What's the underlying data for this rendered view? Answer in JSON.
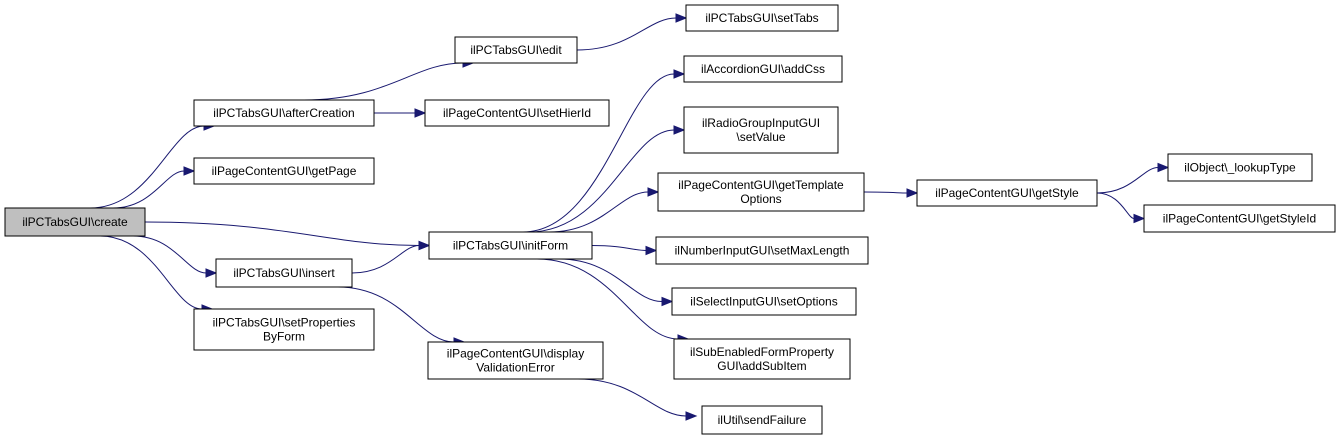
{
  "graph": {
    "nodes": [
      {
        "id": "create",
        "lines": [
          "ilPCTabsGUI\\create"
        ],
        "root": true
      },
      {
        "id": "afterCreation",
        "lines": [
          "ilPCTabsGUI\\afterCreation"
        ]
      },
      {
        "id": "getPage",
        "lines": [
          "ilPageContentGUI\\getPage"
        ]
      },
      {
        "id": "insert",
        "lines": [
          "ilPCTabsGUI\\insert"
        ]
      },
      {
        "id": "setPropertiesByForm",
        "lines": [
          "ilPCTabsGUI\\setProperties",
          "ByForm"
        ]
      },
      {
        "id": "edit",
        "lines": [
          "ilPCTabsGUI\\edit"
        ]
      },
      {
        "id": "setHierId",
        "lines": [
          "ilPageContentGUI\\setHierId"
        ]
      },
      {
        "id": "initForm",
        "lines": [
          "ilPCTabsGUI\\initForm"
        ]
      },
      {
        "id": "displayValidationError",
        "lines": [
          "ilPageContentGUI\\display",
          "ValidationError"
        ]
      },
      {
        "id": "setTabs",
        "lines": [
          "ilPCTabsGUI\\setTabs"
        ]
      },
      {
        "id": "addCss",
        "lines": [
          "ilAccordionGUI\\addCss"
        ]
      },
      {
        "id": "setValue",
        "lines": [
          "ilRadioGroupInputGUI",
          "\\setValue"
        ]
      },
      {
        "id": "getTemplateOptions",
        "lines": [
          "ilPageContentGUI\\getTemplate",
          "Options"
        ]
      },
      {
        "id": "setMaxLength",
        "lines": [
          "ilNumberInputGUI\\setMaxLength"
        ]
      },
      {
        "id": "setOptions",
        "lines": [
          "ilSelectInputGUI\\setOptions"
        ]
      },
      {
        "id": "addSubItem",
        "lines": [
          "ilSubEnabledFormProperty",
          "GUI\\addSubItem"
        ]
      },
      {
        "id": "sendFailure",
        "lines": [
          "ilUtil\\sendFailure"
        ]
      },
      {
        "id": "getStyle",
        "lines": [
          "ilPageContentGUI\\getStyle"
        ]
      },
      {
        "id": "lookupType",
        "lines": [
          "ilObject\\_lookupType"
        ]
      },
      {
        "id": "getStyleId",
        "lines": [
          "ilPageContentGUI\\getStyleId"
        ]
      }
    ],
    "edges": [
      [
        "create",
        "afterCreation"
      ],
      [
        "create",
        "getPage"
      ],
      [
        "create",
        "initForm"
      ],
      [
        "create",
        "insert"
      ],
      [
        "create",
        "setPropertiesByForm"
      ],
      [
        "afterCreation",
        "edit"
      ],
      [
        "afterCreation",
        "setHierId"
      ],
      [
        "edit",
        "setTabs"
      ],
      [
        "insert",
        "initForm"
      ],
      [
        "insert",
        "displayValidationError"
      ],
      [
        "displayValidationError",
        "sendFailure"
      ],
      [
        "initForm",
        "addCss"
      ],
      [
        "initForm",
        "setValue"
      ],
      [
        "initForm",
        "getTemplateOptions"
      ],
      [
        "initForm",
        "setMaxLength"
      ],
      [
        "initForm",
        "setOptions"
      ],
      [
        "initForm",
        "addSubItem"
      ],
      [
        "getTemplateOptions",
        "getStyle"
      ],
      [
        "getStyle",
        "lookupType"
      ],
      [
        "getStyle",
        "getStyleId"
      ]
    ]
  },
  "colors": {
    "edge": "#191970",
    "root_fill": "#bfbfbf",
    "node_fill": "#ffffff",
    "node_border": "#000000"
  }
}
